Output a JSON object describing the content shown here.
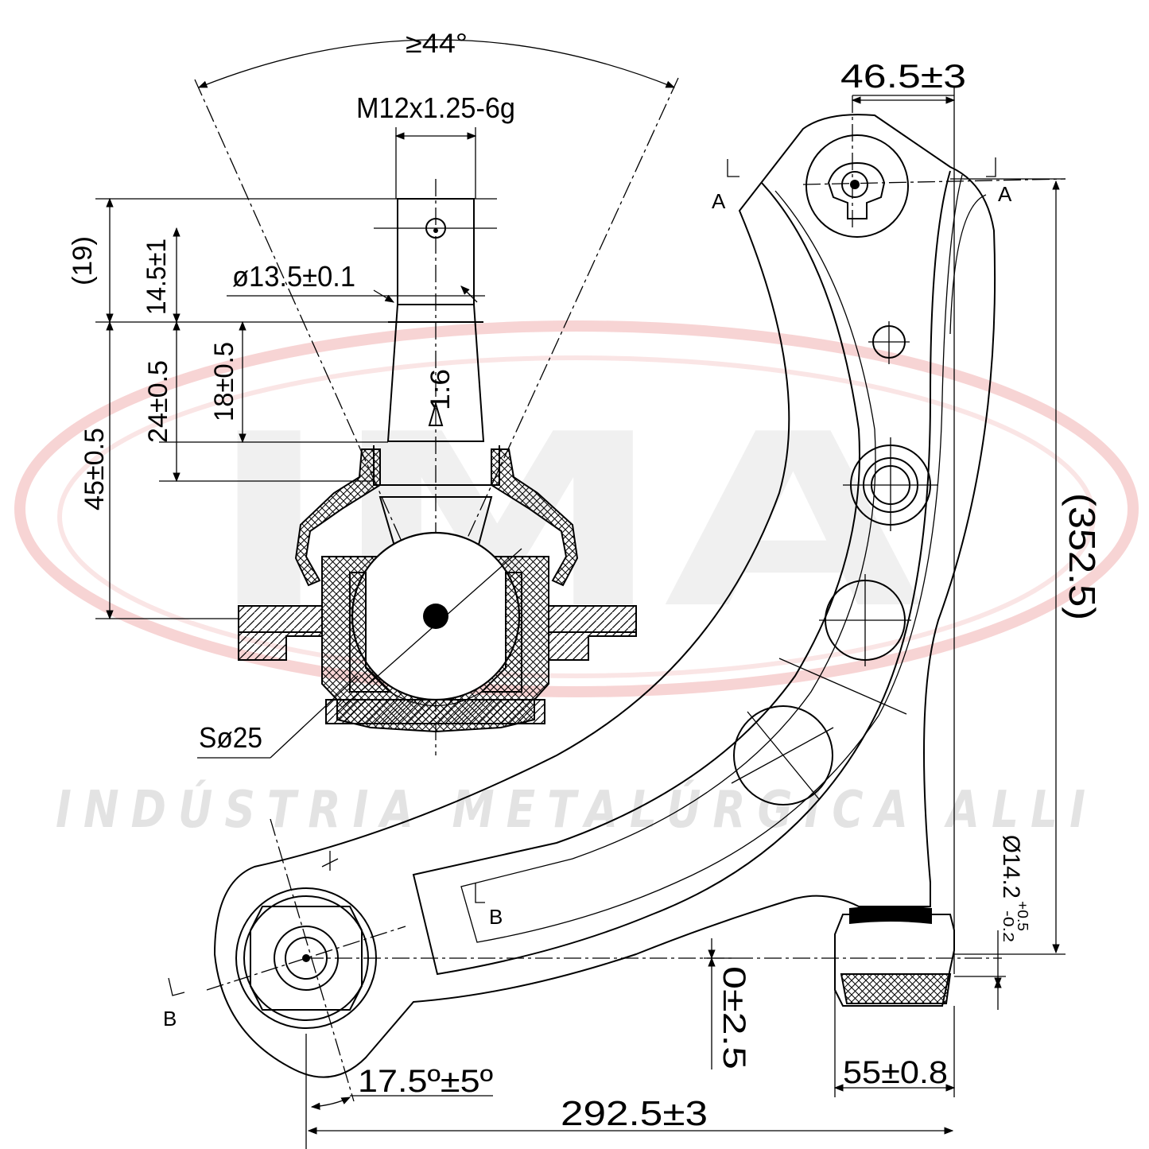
{
  "watermark": {
    "logo_text": "IMA",
    "company_name": "INDÚSTRIA METALÚRGICA ALLI",
    "colors": {
      "swoosh": "#f2b5b5",
      "text": "#e3e3e3"
    }
  },
  "ball_joint": {
    "angle": "≥44°",
    "thread": "M12x1.25-6g",
    "height_19": "(19)",
    "height_14_5": "14.5±1",
    "diameter": "ø13.5±0.1",
    "taper": "1:6",
    "height_24": "24±0.5",
    "height_18": "18±0.5",
    "height_45": "45±0.5",
    "sphere": "Sø25"
  },
  "control_arm": {
    "offset_top": "46.5±3",
    "section_a_left": "A",
    "section_a_right": "A",
    "length_352": "(352.5)",
    "bushing_diameter": "Ø14.2",
    "tol_plus": "+0.5",
    "tol_minus": "-0.2",
    "section_b_mid": "B",
    "section_b_left": "B",
    "offset_zero": "0±2.5",
    "bushing_width": "55±0.8",
    "angle": "17.5º±5º",
    "length_292": "292.5±3"
  }
}
